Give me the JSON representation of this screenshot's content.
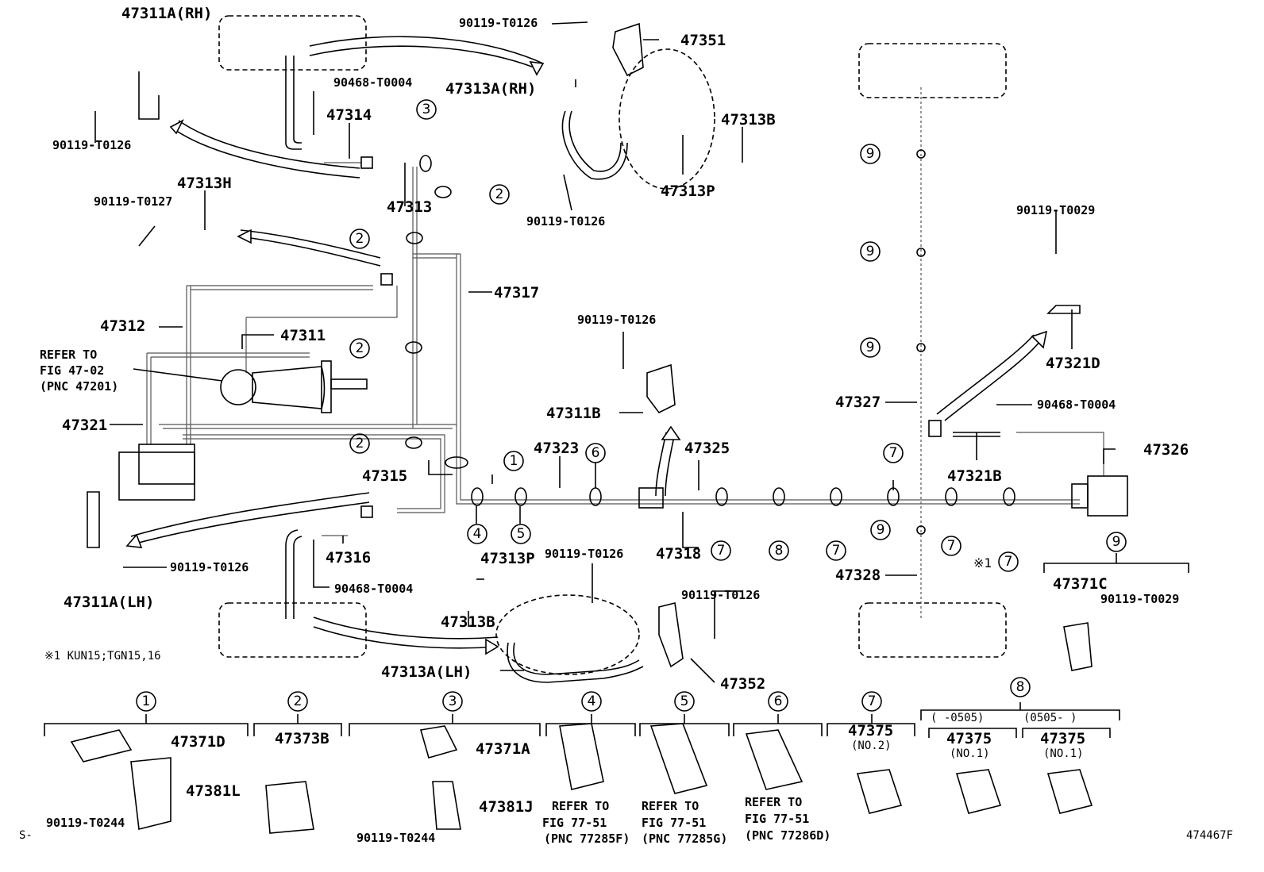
{
  "labels": {
    "p47311A_RH": "47311A(RH)",
    "b90119_T0126_a": "90119-T0126",
    "b90119_T0126_b": "90119-T0126",
    "c90468_T0004_a": "90468-T0004",
    "p47314": "47314",
    "p47313": "47313",
    "p47313H": "47313H",
    "b90119_T0127": "90119-T0127",
    "p47351": "47351",
    "p47313A_RH": "47313A(RH)",
    "p47313B_top": "47313B",
    "p47313P_top": "47313P",
    "b90119_T0126_c": "90119-T0126",
    "p47317": "47317",
    "p47312": "47312",
    "p47311": "47311",
    "refer_47_02_a": "REFER TO",
    "refer_47_02_b": "FIG 47-02",
    "refer_47_02_c": "(PNC 47201)",
    "p47321": "47321",
    "p47315": "47315",
    "p47323": "47323",
    "p47325": "47325",
    "p47311B": "47311B",
    "b90119_T0126_d": "90119-T0126",
    "p47318": "47318",
    "p47316": "47316",
    "c90468_T0004_b": "90468-T0004",
    "b90119_T0126_e": "90119-T0126",
    "p47311A_LH": "47311A(LH)",
    "p47313P_bot": "47313P",
    "b90119_T0126_f": "90119-T0126",
    "p47313B_bot": "47313B",
    "b90119_T0126_g": "90119-T0126",
    "p47313A_LH": "47313A(LH)",
    "p47352": "47352",
    "note_kun": "※1 KUN15;TGN15,16",
    "b90119_T0029_a": "90119-T0029",
    "p47321D": "47321D",
    "p47327": "47327",
    "c90468_T0004_c": "90468-T0004",
    "p47326": "47326",
    "p47321B": "47321B",
    "p47328": "47328",
    "star1": "※1",
    "p47371C": "47371C",
    "b90119_T0029_b": "90119-T0029",
    "p47371D": "47371D",
    "p47381L": "47381L",
    "b90119_T0244_a": "90119-T0244",
    "p47373B": "47373B",
    "p47371A": "47371A",
    "p47381J": "47381J",
    "b90119_T0244_b": "90119-T0244",
    "refer_77_a1": "REFER TO",
    "refer_77_a2": "FIG 77-51",
    "refer_77_a3": "(PNC 77285F)",
    "refer_77_b1": "REFER TO",
    "refer_77_b2": "FIG 77-51",
    "refer_77_b3": "(PNC 77285G)",
    "refer_77_c1": "REFER TO",
    "refer_77_c2": "FIG 77-51",
    "refer_77_c3": "(PNC 77286D)",
    "p47375_no2": "47375",
    "no2": "(NO.2)",
    "date_range_a": "(   -0505)",
    "date_range_b": "(0505-   )",
    "p47375_no1a": "47375",
    "no1a": "(NO.1)",
    "p47375_no1b": "47375",
    "no1b": "(NO.1)",
    "corner_s": "S-",
    "figure_code": "474467F"
  },
  "circled": {
    "c3": "3",
    "c2a": "2",
    "c2b": "2",
    "c2c": "2",
    "c2d": "2",
    "c1": "1",
    "c6": "6",
    "c4": "4",
    "c5": "5",
    "c7a": "7",
    "c8": "8",
    "c7b": "7",
    "c7c": "7",
    "c7d": "7",
    "c7top": "7",
    "c9a": "9",
    "c9b": "9",
    "c9c": "9",
    "c9d": "9",
    "c9e": "9",
    "k1": "1",
    "k2": "2",
    "k3": "3",
    "k4": "4",
    "k5": "5",
    "k6": "6",
    "k7": "7",
    "k8": "8"
  }
}
